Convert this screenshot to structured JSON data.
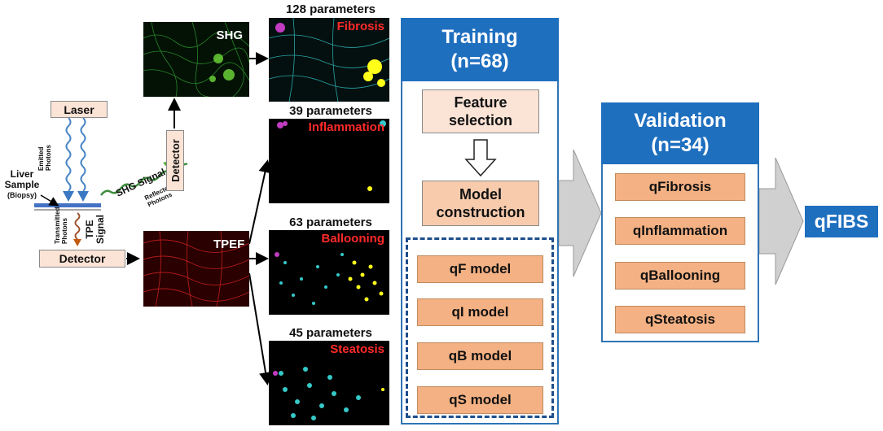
{
  "instrument": {
    "laser_label": "Laser",
    "emitted_label": "Emitted\nPhotons",
    "liver_label_1": "Liver",
    "liver_label_2": "Sample",
    "liver_label_3": "(Biopsy)",
    "shg_signal_label": "SHG Signal",
    "reflected_label": "Reflected\nPhotons",
    "transmitted_label": "Transmitted\nPhotons",
    "tpe_signal_label": "TPE\nSignal",
    "detector_top_label": "Detector",
    "detector_bottom_label": "Detector"
  },
  "images": {
    "shg_label": "SHG",
    "tpef_label": "TPEF"
  },
  "panels": [
    {
      "param": "128 parameters",
      "label": "Fibrosis"
    },
    {
      "param": "39 parameters",
      "label": "Inflammation"
    },
    {
      "param": "63 parameters",
      "label": "Ballooning"
    },
    {
      "param": "45 parameters",
      "label": "Steatosis"
    }
  ],
  "training": {
    "title": "Training",
    "n": "(n=68)",
    "feature_selection": "Feature selection",
    "model_construction": "Model construction",
    "models": [
      "qF model",
      "qI model",
      "qB model",
      "qS model"
    ]
  },
  "validation": {
    "title": "Validation",
    "n": "(n=34)",
    "items": [
      "qFibrosis",
      "qInflammation",
      "qBallooning",
      "qSteatosis"
    ]
  },
  "result": {
    "label": "qFIBS"
  },
  "colors": {
    "blue": "#1f6fbf",
    "orange": "#f4b183",
    "light_orange": "#fbe3d5",
    "red_label": "#ff2a2a"
  }
}
